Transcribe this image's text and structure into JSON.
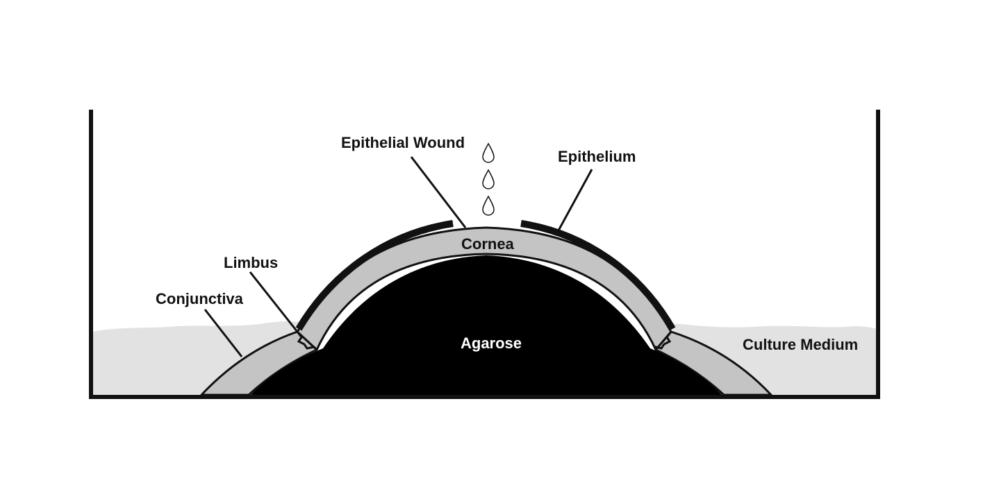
{
  "labels": {
    "epithelial_wound": "Epithelial Wound",
    "epithelium": "Epithelium",
    "cornea": "Cornea",
    "limbus": "Limbus",
    "conjunctiva": "Conjunctiva",
    "agarose": "Agarose",
    "culture_medium": "Culture Medium"
  },
  "colors": {
    "outline": "#111111",
    "cornea_tissue": "#c4c4c4",
    "culture_medium": "#e2e2e2",
    "agarose": "#000000",
    "background": "#ffffff"
  },
  "icons": [
    "drop-icon",
    "drop-icon",
    "drop-icon"
  ]
}
